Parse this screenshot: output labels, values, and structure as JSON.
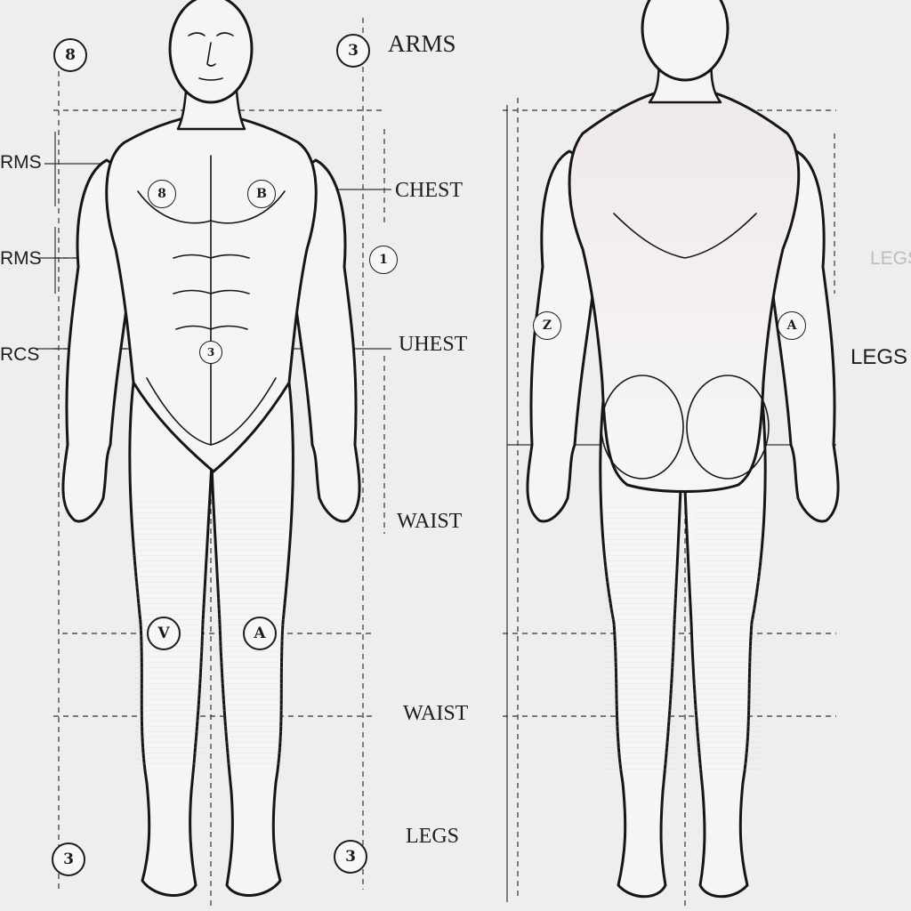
{
  "labels": {
    "arms_top": "ARMS",
    "rms_1": "RMS",
    "rms_2": "RMS",
    "rcs": "RCS",
    "chest_1": "CHEST",
    "chest_2": "UHEST",
    "waist_1": "WAIST",
    "waist_2": "WAIST",
    "legs_front": "LEGS",
    "legs_back": "LEGS",
    "legs_faint": "LEGS"
  },
  "markers": {
    "m_head_left": "8",
    "m_head_right": "3",
    "m_pec_left": "8",
    "m_pec_right": "B",
    "m_side_1": "1",
    "m_navel": "3",
    "m_knee_left": "V",
    "m_knee_right": "A",
    "m_foot_left": "3",
    "m_foot_right": "3",
    "m_back_elbow_left": "Z",
    "m_back_elbow_right": "A"
  },
  "colors": {
    "line": "#1c1c1c",
    "skin": "#f6f5f6",
    "shade": "#d9d3d8",
    "background": "#eeeeee"
  }
}
